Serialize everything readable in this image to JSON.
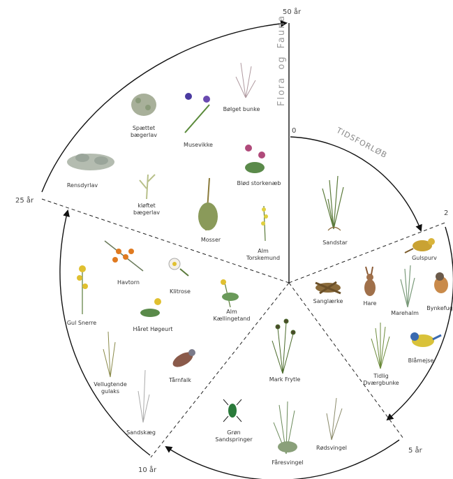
{
  "title": {
    "flora": "Flora",
    "og": "og",
    "fauna": "Fauna"
  },
  "time_axis_label": "TIDSFORLØB",
  "time_marks": {
    "start": "0",
    "two": "2",
    "five": "5 år",
    "ten": "10 år",
    "twentyfive": "25 år",
    "fifty": "50 år"
  },
  "species": {
    "s1": {
      "label": "Sandstar",
      "icon": "grass-icon"
    },
    "s2": {
      "label": "Gulspurv",
      "icon": "bird-icon"
    },
    "s3": {
      "label": "Sanglærke",
      "icon": "bird-icon"
    },
    "s4": {
      "label": "Hare",
      "icon": "hare-icon"
    },
    "s5": {
      "label": "Marehalm",
      "icon": "grass-icon"
    },
    "s6": {
      "label": "Bynkefug",
      "icon": "bird-icon"
    },
    "s7": {
      "label": "Tidlig\nDværgbunke",
      "icon": "grass-icon"
    },
    "s8": {
      "label": "Blåmejse",
      "icon": "bird-icon"
    },
    "s9": {
      "label": "Mark Frytle",
      "icon": "grass-icon"
    },
    "s10": {
      "label": "Rødsvingel",
      "icon": "grass-icon"
    },
    "s11": {
      "label": "Grøn\nSandspringer",
      "icon": "beetle-icon"
    },
    "s12": {
      "label": "Fåresvingel",
      "icon": "grass-icon"
    },
    "s13": {
      "label": "Gul Snerre",
      "icon": "flower-icon"
    },
    "s14": {
      "label": "Havtorn",
      "icon": "shrub-icon"
    },
    "s15": {
      "label": "Klitrose",
      "icon": "flower-icon"
    },
    "s16": {
      "label": "Håret Høgeurt",
      "icon": "flower-icon"
    },
    "s17": {
      "label": "Alm\nKællingetand",
      "icon": "flower-icon"
    },
    "s18": {
      "label": "Vellugtende\ngulaks",
      "icon": "grass-icon"
    },
    "s19": {
      "label": "Tårnfalk",
      "icon": "bird-icon"
    },
    "s20": {
      "label": "Sandskæg",
      "icon": "grass-icon"
    },
    "s21": {
      "label": "Spættet\nbægerlav",
      "icon": "lichen-icon"
    },
    "s22": {
      "label": "Musevikke",
      "icon": "flower-icon"
    },
    "s23": {
      "label": "Bølget bunke",
      "icon": "grass-icon"
    },
    "s24": {
      "label": "Rensdyrlav",
      "icon": "lichen-icon"
    },
    "s25": {
      "label": "kløftet\nbægerlav",
      "icon": "lichen-icon"
    },
    "s26": {
      "label": "Mosser",
      "icon": "moss-icon"
    },
    "s27": {
      "label": "Blød storkenæb",
      "icon": "flower-icon"
    },
    "s28": {
      "label": "Alm\nTorskemund",
      "icon": "flower-icon"
    }
  }
}
